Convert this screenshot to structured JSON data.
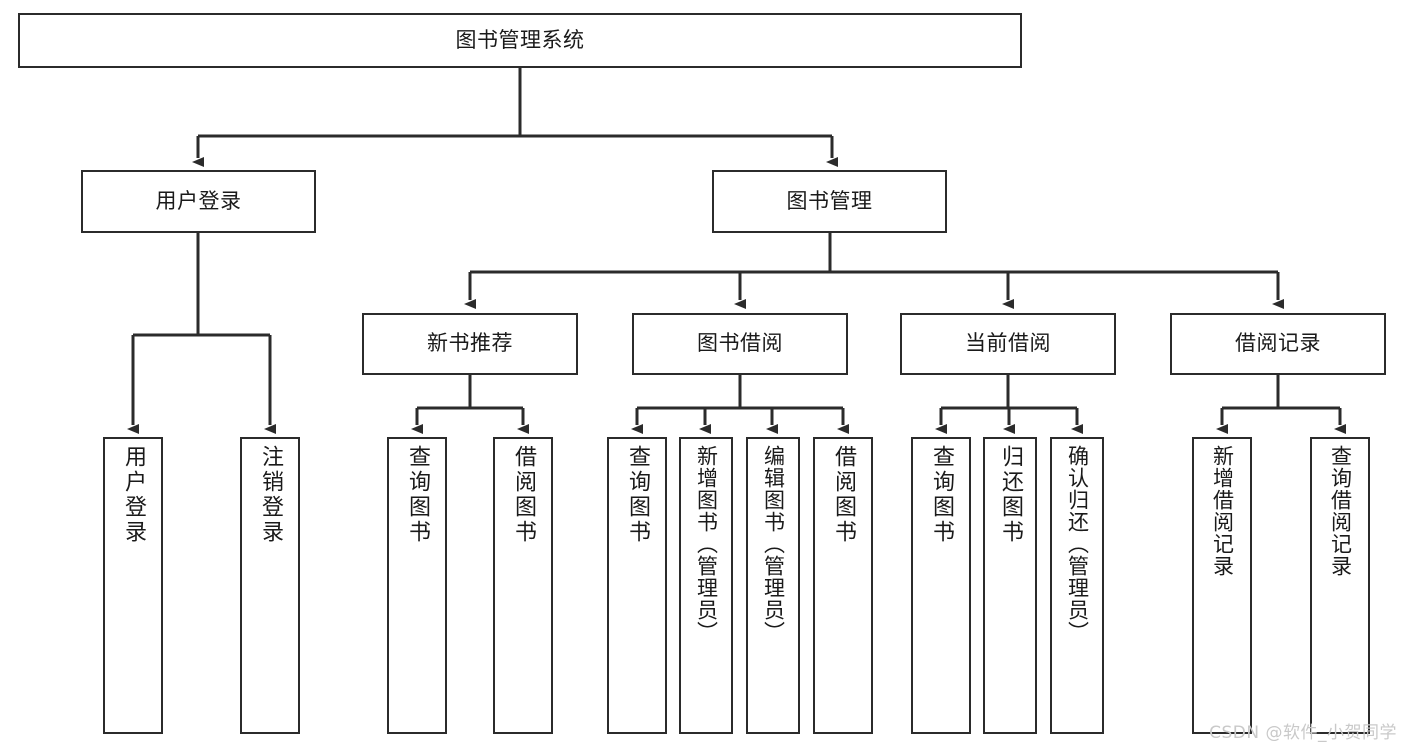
{
  "diagram": {
    "title": "图书管理系统",
    "type": "tree-hierarchy-diagram",
    "colors": {
      "box_border": "#2b2b2b",
      "box_fill": "#ffffff",
      "connector": "#2b2b2b",
      "text": "#1a1a1a",
      "watermark": "#c9c9c9",
      "background": "#ffffff"
    },
    "root": {
      "label": "图书管理系统"
    },
    "level2": [
      {
        "label": "用户登录"
      },
      {
        "label": "图书管理"
      }
    ],
    "level3": [
      {
        "label": "新书推荐"
      },
      {
        "label": "图书借阅"
      },
      {
        "label": "当前借阅"
      },
      {
        "label": "借阅记录"
      }
    ],
    "leaves": {
      "user_login": [
        {
          "label": "用户登录"
        },
        {
          "label": "注销登录"
        }
      ],
      "new_book_recommend": [
        {
          "label": "查询图书"
        },
        {
          "label": "借阅图书"
        }
      ],
      "book_borrow": [
        {
          "label": "查询图书"
        },
        {
          "label": "新增图书（管理员）"
        },
        {
          "label": "编辑图书（管理员）"
        },
        {
          "label": "借阅图书"
        }
      ],
      "current_borrow": [
        {
          "label": "查询图书"
        },
        {
          "label": "归还图书"
        },
        {
          "label": "确认归还（管理员）"
        }
      ],
      "borrow_record": [
        {
          "label": "新增借阅记录"
        },
        {
          "label": "查询借阅记录"
        }
      ]
    }
  },
  "watermark": {
    "text": "CSDN @软件_小贺同学"
  }
}
